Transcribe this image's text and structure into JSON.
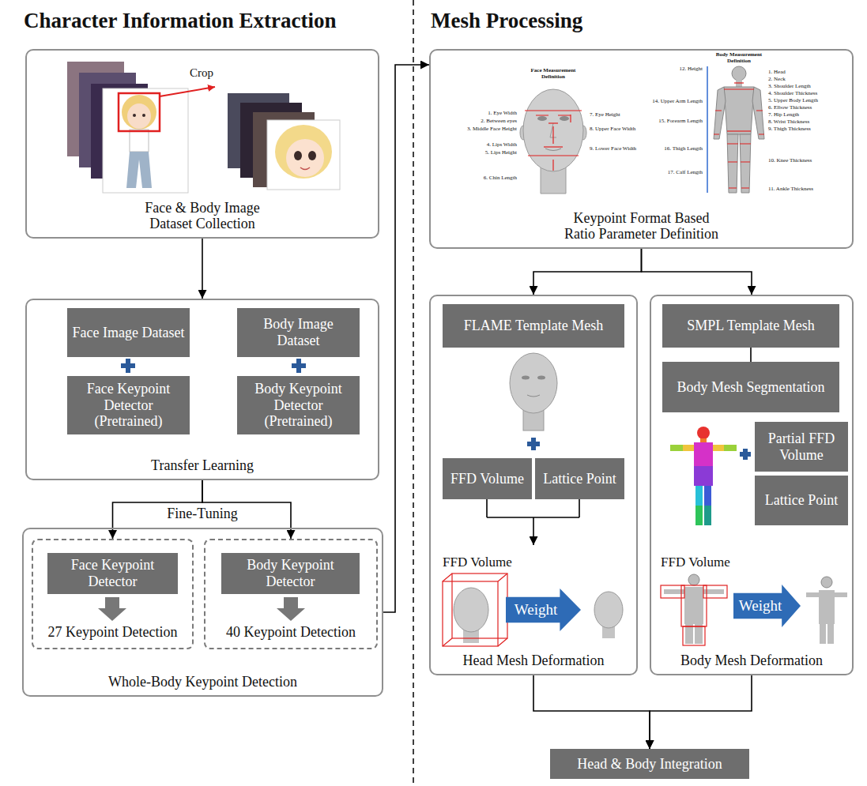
{
  "diagram": {
    "nodes": [
      {
        "text": [
          "Face & Body Image Dataset Collection"
        ]
      },
      {
        "text": [
          "Transfer Learning"
        ]
      },
      {
        "text": [
          "Face Image Dataset"
        ],
        "in": 1
      },
      {
        "text": [
          "Body Image Dataset"
        ],
        "in": 1
      },
      {
        "text": [
          "Face Keypoint Detector (Pretrained)"
        ],
        "in": 1
      },
      {
        "text": [
          "Body Keypoint Detector (Pretrained)"
        ],
        "in": 1
      },
      {
        "text": [
          "Whole-Body Keypoint Detection"
        ]
      },
      {
        "text": [
          "27 Keypoint Detection"
        ],
        "in": 6
      },
      {
        "text": [
          "Face Keypoint Detector"
        ],
        "in": 7
      },
      {
        "text": [
          "40 Keypoint Detection"
        ],
        "in": 6
      },
      {
        "text": [
          "Body Keypoint Detector"
        ],
        "in": 9
      },
      {
        "text": [
          "Keypoint Format Based Ratio Parameter Definition"
        ]
      },
      {
        "text": [
          "Head Mesh Deformation"
        ]
      },
      {
        "text": [
          "FLAME Template Mesh"
        ],
        "in": 12
      },
      {
        "text": [
          "FFD Volume"
        ],
        "in": 12
      },
      {
        "text": [
          "Lattice Point"
        ],
        "in": 12
      },
      {
        "text": [
          "Weight"
        ],
        "in": 12
      },
      {
        "text": [
          "Body Mesh Deformation"
        ]
      },
      {
        "text": [
          "SMPL Template Mesh"
        ],
        "in": 17
      },
      {
        "text": [
          "Body Mesh Segmentation"
        ],
        "in": 17
      },
      {
        "text": [
          "Partial FFD Volume"
        ],
        "in": 17
      },
      {
        "text": [
          "Lattice Point"
        ],
        "in": 17
      },
      {
        "text": [
          "Weight"
        ],
        "in": 17
      },
      {
        "text": [
          "Head & Body Integration"
        ]
      }
    ],
    "edges": [
      {
        "from": 0,
        "to": 1,
        "arrow": "to"
      },
      {
        "from": 1,
        "to": 7,
        "arrow": "to"
      },
      {
        "from": 1,
        "to": 9,
        "arrow": "to"
      },
      {
        "from": 6,
        "to": 11,
        "arrow": "to"
      },
      {
        "from": 11,
        "to": 12,
        "arrow": "to"
      },
      {
        "from": 11,
        "to": 17,
        "arrow": "to"
      },
      {
        "from": 18,
        "to": 19,
        "arrow": "none"
      },
      {
        "from": 12,
        "to": 23,
        "arrow": "to"
      },
      {
        "from": 17,
        "to": 23,
        "arrow": "to"
      }
    ],
    "labels": [
      "Character Information Extraction",
      "Mesh Processing",
      "Crop",
      "Fine-Tuning",
      "Face Measurement Definition",
      "1. Eye Width",
      "2. Between eyes",
      "3. Middle Face Height",
      "4. Lips Width",
      "5. Lips Height",
      "6. Chin Length",
      "7. Eye Height",
      "8. Upper Face Width",
      "9. Lower Face Width",
      "Body Measurement Definition",
      "1. Head",
      "2. Neck",
      "3. Shoulder Length",
      "4. Shoulder Thickness",
      "5. Upper Body Length",
      "6. Elbow Thickness",
      "7. Hip Length",
      "8. Wrist Thickness",
      "9. Thigh Thickness",
      "10. Knee Thickness",
      "11. Ankle Thickness",
      "12. Height",
      "14. Upper Arm Length",
      "15. Forearm Length",
      "16. Thigh Length",
      "17. Calf Length",
      "FFD Volume",
      "FFD Volume"
    ]
  }
}
